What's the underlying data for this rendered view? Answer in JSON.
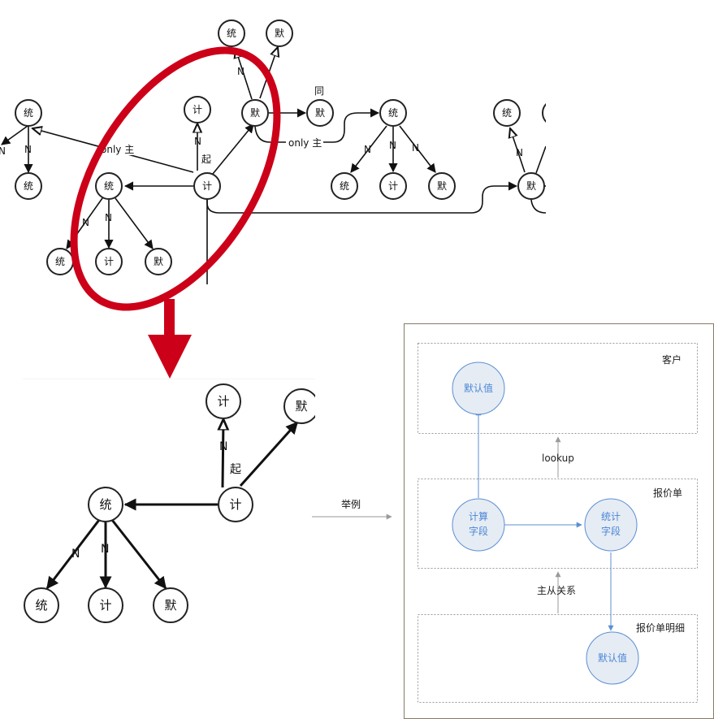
{
  "top_graph": {
    "nodes": {
      "n_tongL": "统",
      "n_tongL_c": "统",
      "n_ji_top": "计",
      "n_mo_mid": "默",
      "n_tong_top": "统",
      "n_mo_top": "默",
      "n_tong_mid": "统",
      "n_ji_center": "计",
      "n_tong_b1": "统",
      "n_ji_b1": "计",
      "n_mo_b1": "默",
      "n_mo_tong": "默",
      "n_tong_r": "统",
      "n_tong_r1": "统",
      "n_ji_r1": "计",
      "n_mo_r1": "默",
      "n_tong_far": "统",
      "n_mo_far": "默"
    },
    "labels": {
      "only_left": "only 主",
      "only_right": "only 主",
      "qi": "起",
      "tong_label": "同",
      "n": "N"
    }
  },
  "zoom_graph": {
    "nodes": {
      "z_ji_top": "计",
      "z_mo_top": "默",
      "z_tong": "统",
      "z_ji": "计",
      "z_tong_b": "统",
      "z_ji_b": "计",
      "z_mo_b": "默"
    },
    "labels": {
      "n": "N",
      "qi": "起"
    }
  },
  "example_label": "举例",
  "right_panel": {
    "customer": {
      "title": "客户",
      "node": "默认值"
    },
    "lookup_label": "lookup",
    "quote": {
      "title": "报价单",
      "calc_line1": "计算",
      "calc_line2": "字段",
      "stat_line1": "统计",
      "stat_line2": "字段"
    },
    "master_label": "主从关系",
    "detail": {
      "title": "报价单明细",
      "node": "默认值"
    }
  },
  "colors": {
    "highlight": "#cc0018",
    "blue": "#5b8fd3",
    "gray": "#9a9a9a"
  }
}
